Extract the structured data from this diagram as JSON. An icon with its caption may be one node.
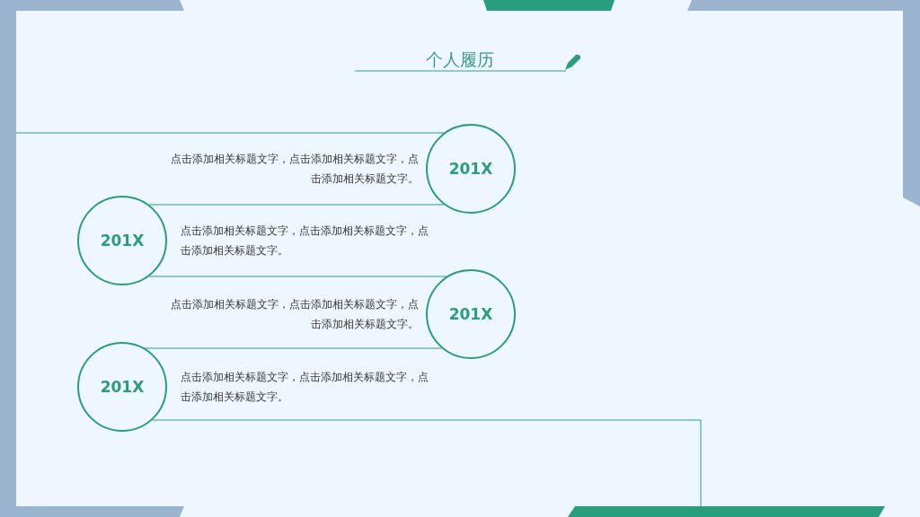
{
  "diagram": {
    "title": "个人履历",
    "nodes": [
      {
        "text": [
          "201X"
        ],
        "beside": [
          "点击添加相关标题文字，点击添加相关标题文字，点击添加相关标题文字。"
        ]
      },
      {
        "text": [
          "201X"
        ],
        "beside": [
          "点击添加相关标题文字，点击添加相关标题文字，点击添加相关标题文字。"
        ]
      },
      {
        "text": [
          "201X"
        ],
        "beside": [
          "点击添加相关标题文字，点击添加相关标题文字，点击添加相关标题文字。"
        ]
      },
      {
        "text": [
          "201X"
        ],
        "beside": [
          "点击添加相关标题文字，点击添加相关标题文字，点击添加相关标题文字。"
        ]
      }
    ],
    "edges": [
      {
        "from": null,
        "to": 0,
        "arrow": "none"
      },
      {
        "from": 0,
        "to": 1,
        "arrow": "none"
      },
      {
        "from": 1,
        "to": 2,
        "arrow": "none"
      },
      {
        "from": 2,
        "to": 3,
        "arrow": "none"
      },
      {
        "from": 3,
        "to": null,
        "arrow": "none"
      }
    ]
  }
}
